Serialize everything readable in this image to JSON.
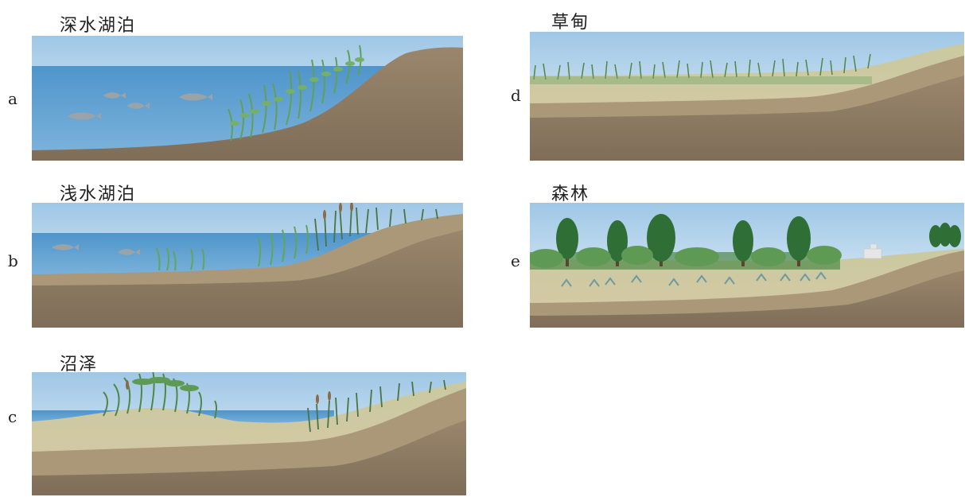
{
  "panels": [
    {
      "id": "a",
      "letter": "a",
      "title": "深水湖泊"
    },
    {
      "id": "b",
      "letter": "b",
      "title": "浅水湖泊"
    },
    {
      "id": "c",
      "letter": "c",
      "title": "沼泽"
    },
    {
      "id": "d",
      "letter": "d",
      "title": "草甸"
    },
    {
      "id": "e",
      "letter": "e",
      "title": "森林"
    }
  ],
  "colors": {
    "sky_top": "#a8cce8",
    "sky_bottom": "#e9f3f9",
    "water": "#5e9fcf",
    "soil_dark": "#8a7761",
    "soil_light": "#b5a283",
    "sand": "#d3c7a3",
    "plant_green": "#5f9a55",
    "tree_green": "#2f6e35",
    "fish": "#9aa4a8"
  }
}
